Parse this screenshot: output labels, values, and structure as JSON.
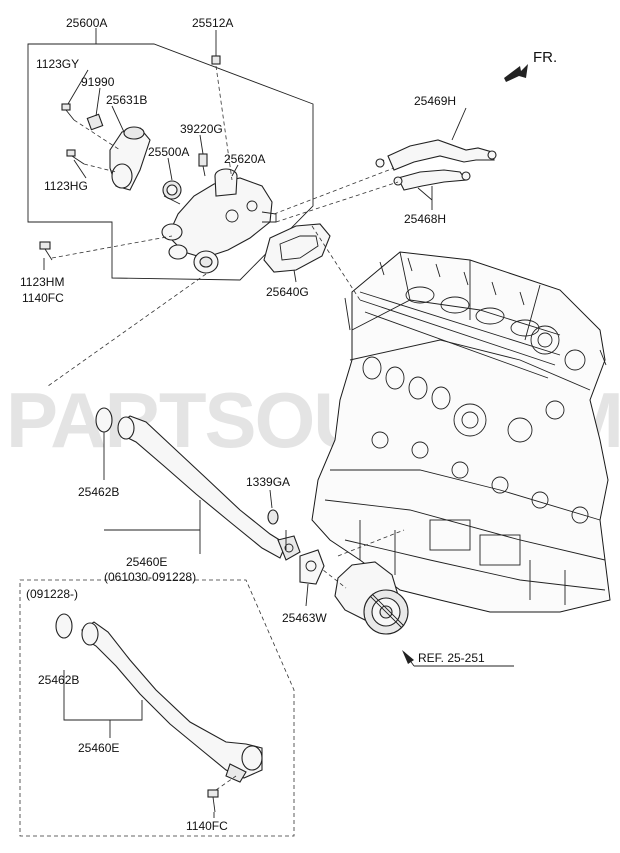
{
  "watermark": "PARTSOUQ.COM",
  "direction_label": "FR.",
  "reference_label": "REF. 25-251",
  "labels": {
    "l25600A": "25600A",
    "l25512A": "25512A",
    "l1123GY": "1123GY",
    "l91990": "91990",
    "l25631B": "25631B",
    "l39220G": "39220G",
    "l25500A": "25500A",
    "l25620A": "25620A",
    "l1123HG": "1123HG",
    "l25469H": "25469H",
    "l25468H": "25468H",
    "l1123HM": "1123HM",
    "l1140FC_top": "1140FC",
    "l25640G": "25640G",
    "l25462B_upper": "25462B",
    "l1339GA": "1339GA",
    "l25460E_upper": "25460E",
    "l25460E_date": "(061030-091228)",
    "l25463W": "25463W",
    "l091228": "(091228-)",
    "l25462B_lower": "25462B",
    "l25460E_lower": "25460E",
    "l1140FC_bottom": "1140FC"
  },
  "colors": {
    "line": "#222222",
    "watermark": "#cfcfcf",
    "background": "#ffffff"
  }
}
